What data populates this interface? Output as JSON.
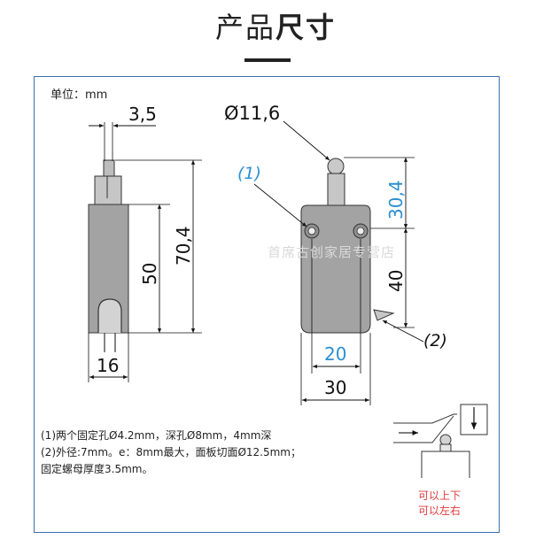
{
  "header": {
    "title_regular": "产品",
    "title_bold": "尺寸"
  },
  "unit_label": "单位：mm",
  "watermark": "首席古创家居专营店",
  "side_view": {
    "dim_top": "3,5",
    "dim_height_body": "50",
    "dim_height_total": "70,4",
    "dim_width": "16"
  },
  "front_view": {
    "dim_roller": "Ø11,6",
    "ref_hole": "(1)",
    "dim_roller_height": "30,4",
    "dim_height": "40",
    "dim_hole_spacing": "20",
    "dim_width": "30",
    "ref_cutout": "(2)"
  },
  "notes": [
    "(1)两个固定孔Ø4.2mm，深孔Ø8mm，4mm深",
    "(2)外径:7mm。e：8mm最大，面板切面Ø12.5mm；",
    "固定螺母厚度3.5mm。"
  ],
  "hint": [
    "可以上下",
    "可以左右"
  ],
  "colors": {
    "panel_border": "#3c6fb0",
    "annotation_blue": "#2b90d0",
    "hint_red": "#e03a3a",
    "body_gray": "#a3a3a3"
  }
}
